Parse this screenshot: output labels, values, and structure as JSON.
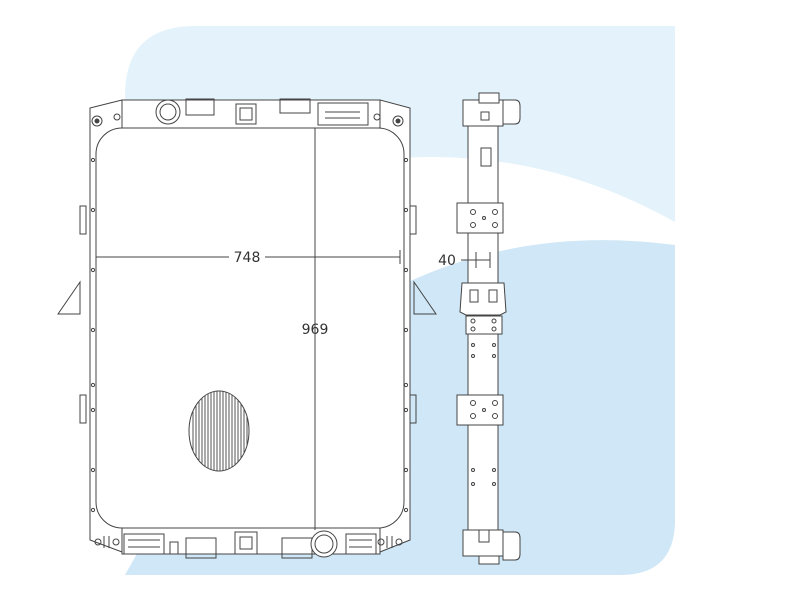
{
  "drawing": {
    "width_label": "748",
    "height_label": "969",
    "offset_label": "40"
  },
  "colors": {
    "background_light": "#e3f2fb",
    "background_mid": "#cfe7f6",
    "line": "#444444",
    "fill_part": "#ffffff"
  },
  "icons": [
    "fan-grille-icon",
    "brand-logo-icon"
  ]
}
